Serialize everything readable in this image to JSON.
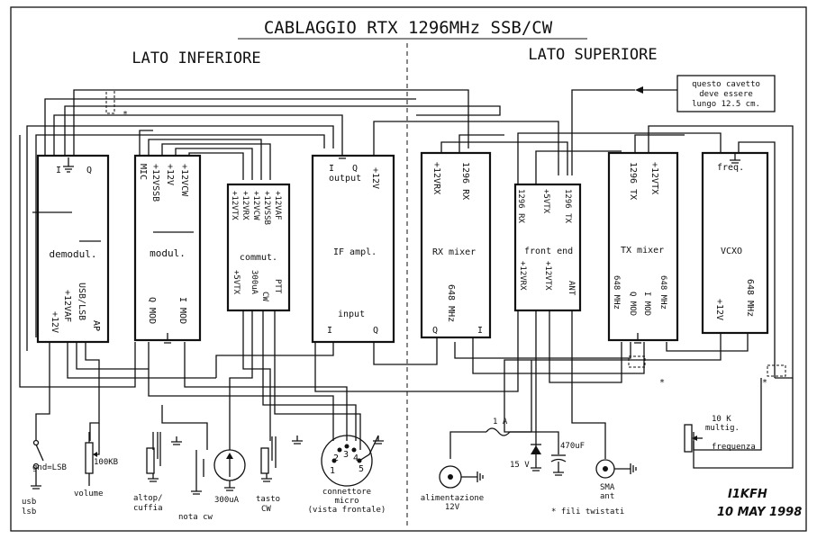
{
  "title": "CABLAGGIO RTX 1296MHz SSB/CW",
  "side_left": "LATO INFERIORE",
  "side_right": "LATO SUPERIORE",
  "note_box": [
    "questo cavetto",
    "deve essere",
    "lungo 12.5 cm."
  ],
  "modules": {
    "demodul": {
      "name": "demodul.",
      "pins_top": [
        "I",
        "Q"
      ],
      "pins_bottom": [
        "+12V",
        "+12VAF",
        "USB/LSB",
        "AP"
      ]
    },
    "modul": {
      "name": "modul.",
      "pins_top": [
        "MIC",
        "+12VSSB",
        "+12V",
        "+12VCW"
      ],
      "pins_bottom": [
        "Q MOD",
        "I MOD"
      ]
    },
    "commut": {
      "name": "commut.",
      "pins_top": [
        "+12VTX",
        "+12VRX",
        "+12VCW",
        "+12VSSB",
        "+12VAF"
      ],
      "pins_bottom": [
        "+5VTX",
        "300uA",
        "CW",
        "PTT"
      ]
    },
    "if_ampl": {
      "name": "IF ampl.",
      "output": "output",
      "input": "input",
      "pins_top": [
        "I",
        "Q",
        "+12V"
      ],
      "pins_bottom": [
        "I",
        "Q"
      ]
    },
    "rx_mixer": {
      "name": "RX mixer",
      "pins_top": [
        "+12VRX",
        "1296 RX"
      ],
      "pins_bottom": [
        "648 MHz",
        "Q",
        "I"
      ]
    },
    "front_end": {
      "name": "front end",
      "pins_top": [
        "1296 RX",
        "+5VTX",
        "1296 TX"
      ],
      "pins_bottom": [
        "+12VRX",
        "+12VTX",
        "ANT"
      ]
    },
    "tx_mixer": {
      "name": "TX mixer",
      "pins_top": [
        "1296 TX",
        "+12VTX"
      ],
      "pins_bottom": [
        "648 MHz",
        "Q MOD",
        "I MOD",
        "648 MHz"
      ]
    },
    "vcxo": {
      "name": "VCXO",
      "pins_top": [
        "freq."
      ],
      "pins_bottom": [
        "+12V",
        "648 MHz"
      ]
    }
  },
  "labels": {
    "gnd_lsb": "gnd=LSB",
    "usb_lsb": "usb\nlsb",
    "pot": "100KB",
    "volume": "volume",
    "altop": "altop/\ncuffia",
    "nota": "nota cw",
    "meter": "300uA",
    "tasto": "tasto\nCW",
    "conn": "connettore\nmicro\n(vista frontale)",
    "conn_pins": [
      "1",
      "2",
      "3",
      "4",
      "5"
    ],
    "alim": "alimentazione\n12V",
    "fuse": "1 A",
    "zener": "15 V",
    "cap": "470uF",
    "sma": "SMA\nant",
    "twisted": "* fili twistati",
    "multig": "10 K\nmultig.",
    "frequenza": "frequenza",
    "author": "I1KFH",
    "date": "10 MAY 1998",
    "star": "*"
  }
}
